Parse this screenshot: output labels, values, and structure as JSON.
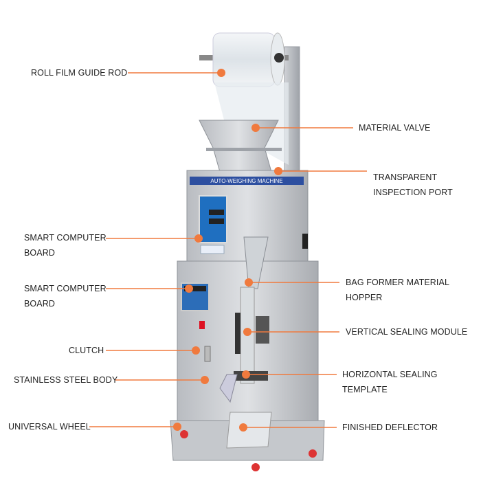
{
  "machine": {
    "banner_text": "AUTO-WEIGHING MACHINE",
    "accent_color": "#f07a3e"
  },
  "labels": {
    "roll_film_guide_rod": "ROLL FILM GUIDE ROD",
    "material_valve": "MATERIAL VALVE",
    "transparent_inspection_port_1": "TRANSPARENT",
    "transparent_inspection_port_2": "INSPECTION PORT",
    "smart_computer_board_a_1": "SMART COMPUTER",
    "smart_computer_board_a_2": "BOARD",
    "smart_computer_board_b_1": "SMART COMPUTER",
    "smart_computer_board_b_2": "BOARD",
    "bag_former_1": "BAG FORMER MATERIAL",
    "bag_former_2": "HOPPER",
    "vertical_sealing_module": "VERTICAL SEALING MODULE",
    "clutch": "CLUTCH",
    "horizontal_sealing_1": "HORIZONTAL SEALING",
    "horizontal_sealing_2": "TEMPLATE",
    "stainless_steel_body": "STAINLESS STEEL BODY",
    "universal_wheel": "UNIVERSAL WHEEL",
    "finished_deflector": "FINISHED DEFLECTOR"
  }
}
